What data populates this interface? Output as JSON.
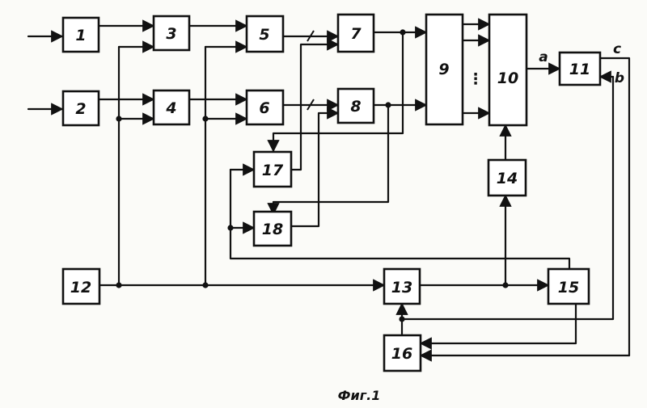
{
  "diagram": {
    "blocks": [
      "1",
      "2",
      "3",
      "4",
      "5",
      "6",
      "7",
      "8",
      "9",
      "10",
      "11",
      "12",
      "13",
      "14",
      "15",
      "16",
      "17",
      "18"
    ],
    "signals": {
      "a": "a",
      "b": "b",
      "c": "c"
    },
    "ellipsis": "⋮",
    "caption": "Фиг.1"
  },
  "colors": {
    "ink": "#111111",
    "paper": "#fbfbf8"
  }
}
